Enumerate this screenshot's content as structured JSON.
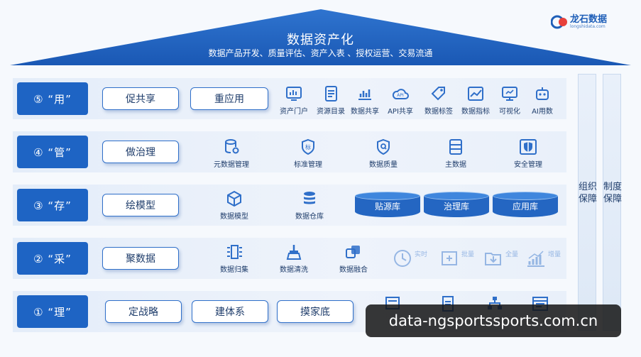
{
  "header": {
    "title": "数据资产化",
    "subtitle": "数据产品开发、质量评估、资产入表 、授权运营、交易流通"
  },
  "logo": {
    "name": "龙石数据",
    "url": "longshidata.com"
  },
  "rows": [
    {
      "label": "⑤ “用”",
      "pills": [
        "促共享",
        "重应用"
      ],
      "items": [
        "资产门户",
        "资源目录",
        "数据共享",
        "API共享",
        "数据标签",
        "数据指标",
        "可视化",
        "AI用数"
      ]
    },
    {
      "label": "④ “管”",
      "pills": [
        "做治理"
      ],
      "items": [
        "元数据管理",
        "标准管理",
        "数据质量",
        "主数据",
        "安全管理"
      ]
    },
    {
      "label": "③ “存”",
      "pills": [
        "绘模型"
      ],
      "items": [
        "数据模型",
        "数据仓库"
      ],
      "cylinders": [
        "贴源库",
        "治理库",
        "应用库"
      ]
    },
    {
      "label": "② “采”",
      "pills": [
        "聚数据"
      ],
      "items": [
        "数据归集",
        "数据清洗",
        "数据融合"
      ],
      "faded_items": [
        "实时",
        "批量",
        "全量",
        "增量"
      ]
    },
    {
      "label": "① “理”",
      "pills": [
        "定战略",
        "建体系",
        "摸家底"
      ]
    }
  ],
  "pillars": [
    "组织保障",
    "制度保障"
  ],
  "watermark": "data-ngsportssports.com.cn",
  "colors": {
    "primary": "#1e64c4",
    "roof": "#1f5fb8",
    "text": "#1f3d6b"
  }
}
